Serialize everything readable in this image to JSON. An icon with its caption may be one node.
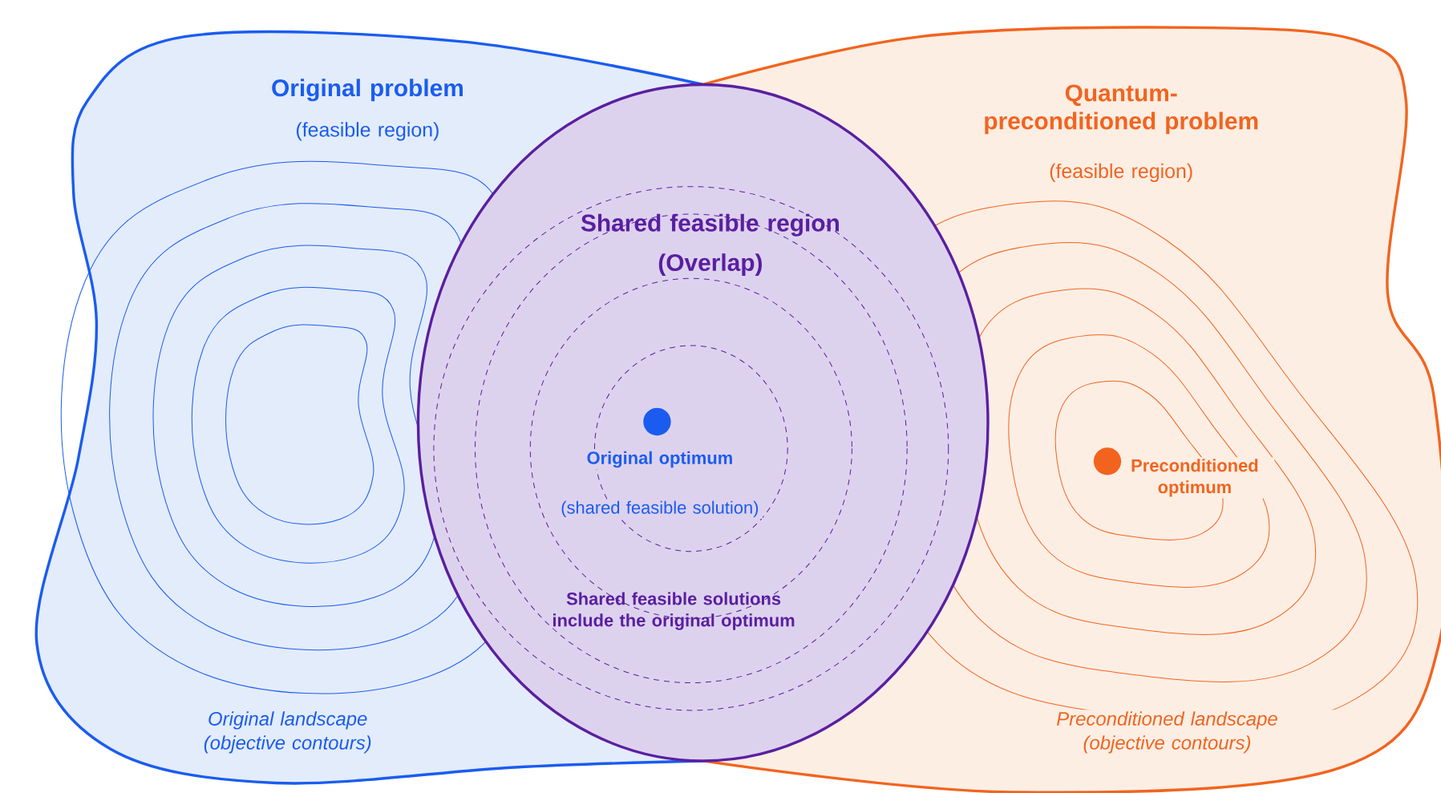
{
  "diagram": {
    "nodes": [
      {
        "text": [
          "Original problem",
          "(feasible region)",
          "Original landscape (objective contours)"
        ]
      },
      {
        "text": [
          "Quantum-preconditioned problem",
          "(feasible region)",
          "Preconditioned landscape (objective contours)"
        ]
      },
      {
        "text": [
          "Shared feasible region",
          "(Overlap)",
          "Shared feasible solutions include the original optimum"
        ]
      },
      {
        "text": [
          "Original optimum",
          "(shared feasible solution)"
        ],
        "in": 2
      },
      {
        "text": [
          "Preconditioned optimum"
        ],
        "in": 1
      }
    ]
  }
}
